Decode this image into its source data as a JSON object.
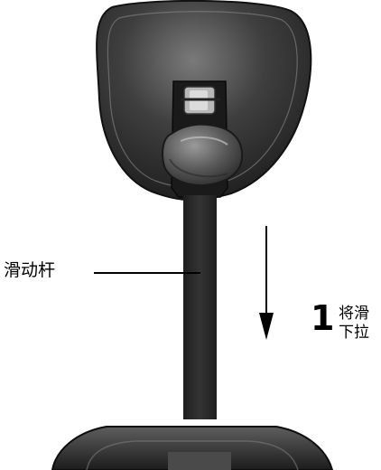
{
  "callout": {
    "label": "滑动杆"
  },
  "step": {
    "number": "1",
    "line1": "将滑",
    "line2": "下拉"
  },
  "colors": {
    "headrest_dark": "#2b2b2b",
    "headrest_light": "#6a6a6a",
    "rod": "#2a2a2a",
    "knob": "#5c5c5c",
    "line": "#000000"
  }
}
